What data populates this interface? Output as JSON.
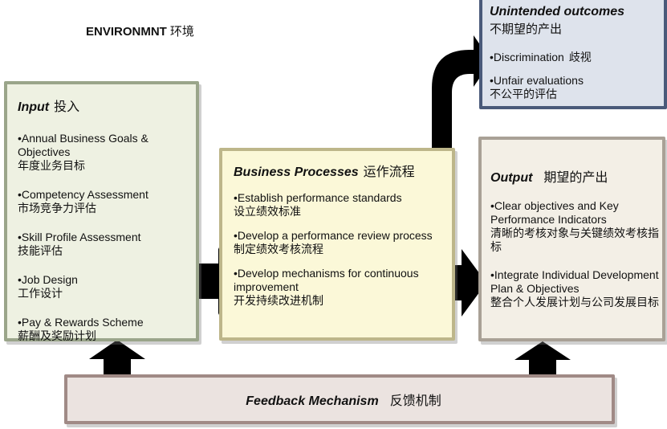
{
  "environment": {
    "label": "ENVIRONMNT",
    "label_zh": "环境"
  },
  "input": {
    "title": "Input",
    "title_zh": "投入",
    "items": [
      {
        "en": "•Annual Business Goals & Objectives",
        "zh": "年度业务目标"
      },
      {
        "en": "•Competency Assessment",
        "zh": "市场竞争力评估"
      },
      {
        "en": "•Skill Profile Assessment",
        "zh": "技能评估"
      },
      {
        "en": "•Job Design",
        "zh": "工作设计"
      },
      {
        "en": "•Pay & Rewards Scheme",
        "zh": "薪酬及奖励计划"
      }
    ]
  },
  "process": {
    "title": "Business Processes",
    "title_zh": "运作流程",
    "items": [
      {
        "en": "•Establish performance  standards",
        "zh": "设立绩效标准"
      },
      {
        "en": "•Develop a performance review process",
        "zh": "制定绩效考核流程"
      },
      {
        "en": "•Develop mechanisms for continuous improvement",
        "zh": "开发持续改进机制"
      }
    ]
  },
  "output": {
    "title": "Output",
    "title_zh": "期望的产出",
    "items": [
      {
        "en": "•Clear objectives and Key Performance Indicators",
        "zh": "清晰的考核对象与关键绩效考核指标"
      },
      {
        "en": "•Integrate Individual Development Plan & Objectives",
        "zh": "整合个人发展计划与公司发展目标"
      }
    ]
  },
  "unintended": {
    "title": "Unintended outcomes",
    "title_zh": "不期望的产出",
    "items": [
      {
        "en": "•Discrimination",
        "zh": "歧视"
      },
      {
        "en": "•Unfair evaluations",
        "zh": "不公平的评估"
      }
    ]
  },
  "feedback": {
    "title": "Feedback Mechanism",
    "title_zh": "反馈机制"
  },
  "colors": {
    "arrow": "#000000",
    "input_bg": "#eef1e2",
    "process_bg": "#fbf8d8",
    "output_bg": "#f3efe6",
    "unintended_bg": "#dee3ec",
    "feedback_bg": "#ebe3e0"
  }
}
